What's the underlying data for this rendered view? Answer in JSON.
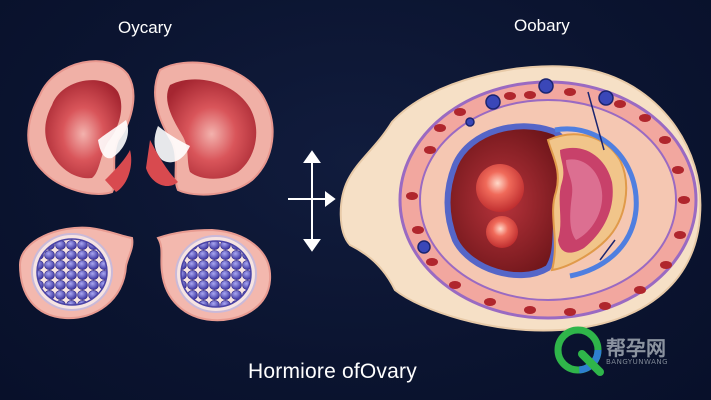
{
  "labels": {
    "left_title": "Oycary",
    "right_title": "Oobary",
    "caption": "Hormiore ofOvary"
  },
  "watermark": {
    "text": "帮孕网",
    "subtext": "BANGYUNWANG"
  },
  "colors": {
    "background": "#0c1530",
    "organ_pink": "#e9a39d",
    "organ_red": "#b9303a",
    "follicle_blue": "#5a54b8",
    "watermark_green": "#2fb54a"
  }
}
